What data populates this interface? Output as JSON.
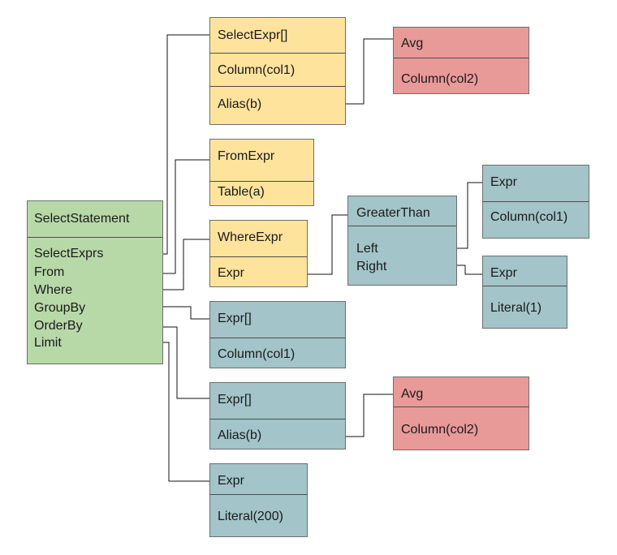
{
  "nodes": {
    "select_statement": {
      "title": "SelectStatement",
      "fields": [
        "SelectExprs",
        "From",
        "Where",
        "GroupBy",
        "OrderBy",
        "Limit"
      ],
      "color": "#b7d9a8"
    },
    "select_expr": {
      "title": "SelectExpr[]",
      "row1": "Column(col1)",
      "row2": "Alias(b)",
      "color": "#fde39c"
    },
    "avg_top": {
      "title": "Avg",
      "row1": "Column(col2)",
      "color": "#e89a98"
    },
    "from_expr": {
      "title": "FromExpr",
      "row1": "Table(a)",
      "color": "#fde39c"
    },
    "where_expr": {
      "title": "WhereExpr",
      "row1": "Expr",
      "color": "#fde39c"
    },
    "greater_than": {
      "title": "GreaterThan",
      "row1": "Left",
      "row2": "Right",
      "color": "#a3c4c8"
    },
    "expr_col1": {
      "title": "Expr",
      "row1": "Column(col1)",
      "color": "#a3c4c8"
    },
    "expr_literal1": {
      "title": "Expr",
      "row1": "Literal(1)",
      "color": "#a3c4c8"
    },
    "groupby_expr": {
      "title": "Expr[]",
      "row1": "Column(col1)",
      "color": "#a3c4c8"
    },
    "orderby_expr": {
      "title": "Expr[]",
      "row1": "Alias(b)",
      "color": "#a3c4c8"
    },
    "avg_bottom": {
      "title": "Avg",
      "row1": "Column(col2)",
      "color": "#e89a98"
    },
    "limit_expr": {
      "title": "Expr",
      "row1": "Literal(200)",
      "color": "#a3c4c8"
    }
  }
}
